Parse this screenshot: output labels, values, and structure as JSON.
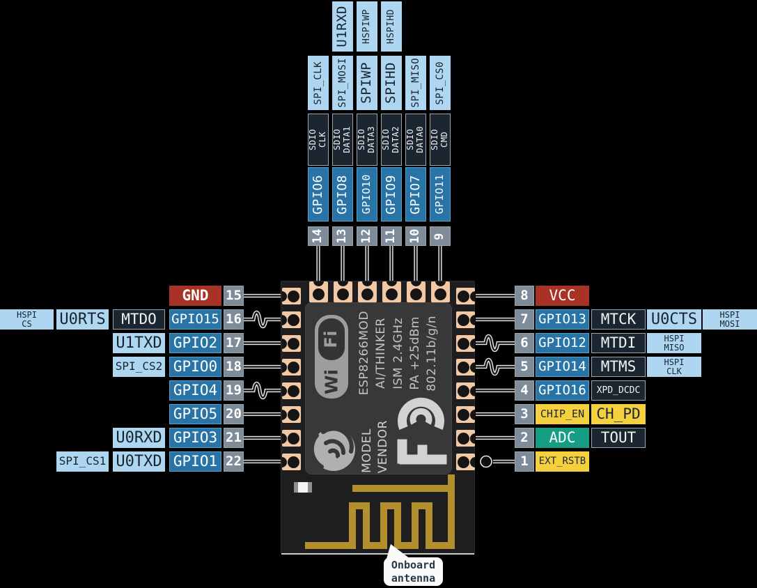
{
  "colors": {
    "lightblue": "#aed6f1",
    "blue": "#2874a6",
    "navy": "#1b2631",
    "red": "#a93226",
    "yellow": "#f4d03f",
    "green": "#169e84",
    "gray": "#7e8b99",
    "pad": "#f3c9a5",
    "gold": "#b3902d"
  },
  "top_pins": [
    {
      "num": "14",
      "gpio": "GPIO6",
      "sdio": [
        "SDIO",
        "CLK"
      ],
      "spi": "SPI_CLK",
      "spi_large": false,
      "upper": "",
      "upper_large": false,
      "wire": "straight"
    },
    {
      "num": "13",
      "gpio": "GPIO8",
      "sdio": [
        "SDIO",
        "DATA1"
      ],
      "spi": "SPI_MOSI",
      "spi_large": false,
      "upper": "U1RXD",
      "upper_large": true,
      "wire": "straight"
    },
    {
      "num": "12",
      "gpio": "GPIO10",
      "sdio": [
        "SDIO",
        "DATA3"
      ],
      "spi": "SPIWP",
      "spi_large": true,
      "upper": "HSPIWP",
      "upper_large": false,
      "wire": "straight"
    },
    {
      "num": "11",
      "gpio": "GPIO9",
      "sdio": [
        "SDIO",
        "DATA2"
      ],
      "spi": "SPIHD",
      "spi_large": true,
      "upper": "HSPIHD",
      "upper_large": false,
      "wire": "straight"
    },
    {
      "num": "10",
      "gpio": "GPIO7",
      "sdio": [
        "SDIO",
        "DATA0"
      ],
      "spi": "SPI_MISO",
      "spi_large": false,
      "upper": "",
      "upper_large": false,
      "wire": "straight"
    },
    {
      "num": "9",
      "gpio": "GPIO11",
      "sdio": [
        "SDIO",
        "CMD"
      ],
      "spi": "SPI_CS0",
      "spi_large": false,
      "upper": "",
      "upper_large": false,
      "wire": "straight"
    }
  ],
  "left_pins": [
    {
      "num": "15",
      "wire": "straight",
      "boxes": [
        {
          "text": "GND",
          "style": "red",
          "fs": 21,
          "bold": true
        }
      ]
    },
    {
      "num": "16",
      "wire": "pwm",
      "boxes": [
        {
          "text": "GPIO15",
          "style": "blue",
          "fs": 19
        },
        {
          "text": "MTDO",
          "style": "dark",
          "fs": 21
        },
        {
          "text": "U0RTS",
          "style": "light",
          "fs": 22
        },
        {
          "lines": [
            "HSPI",
            "CS"
          ],
          "style": "light",
          "fs": 12
        }
      ]
    },
    {
      "num": "17",
      "wire": "straight",
      "boxes": [
        {
          "text": "GPIO2",
          "style": "blue",
          "fs": 21
        },
        {
          "text": "U1TXD",
          "style": "light",
          "fs": 22
        }
      ]
    },
    {
      "num": "18",
      "wire": "straight",
      "boxes": [
        {
          "text": "GPIO0",
          "style": "blue",
          "fs": 21
        },
        {
          "text": "SPI_CS2",
          "style": "light",
          "fs": 16
        }
      ]
    },
    {
      "num": "19",
      "wire": "pwm",
      "boxes": [
        {
          "text": "GPIO4",
          "style": "blue",
          "fs": 21
        }
      ]
    },
    {
      "num": "20",
      "wire": "straight",
      "boxes": [
        {
          "text": "GPIO5",
          "style": "blue",
          "fs": 21
        }
      ]
    },
    {
      "num": "21",
      "wire": "straight",
      "boxes": [
        {
          "text": "GPIO3",
          "style": "blue",
          "fs": 21
        },
        {
          "text": "U0RXD",
          "style": "light",
          "fs": 22
        }
      ]
    },
    {
      "num": "22",
      "wire": "straight",
      "boxes": [
        {
          "text": "GPIO1",
          "style": "blue",
          "fs": 21
        },
        {
          "text": "U0TXD",
          "style": "light",
          "fs": 22
        },
        {
          "text": "SPI_CS1",
          "style": "light",
          "fs": 16
        }
      ]
    }
  ],
  "right_pins": [
    {
      "num": "8",
      "wire": "straight",
      "boxes": [
        {
          "text": "VCC",
          "style": "red",
          "fs": 21
        }
      ]
    },
    {
      "num": "7",
      "wire": "straight",
      "boxes": [
        {
          "text": "GPIO13",
          "style": "blue",
          "fs": 19
        },
        {
          "text": "MTCK",
          "style": "dark",
          "fs": 21
        },
        {
          "text": "U0CTS",
          "style": "light",
          "fs": 22
        },
        {
          "lines": [
            "HSPI",
            "MOSI"
          ],
          "style": "light",
          "fs": 12
        }
      ]
    },
    {
      "num": "6",
      "wire": "pwm",
      "boxes": [
        {
          "text": "GPIO12",
          "style": "blue",
          "fs": 19
        },
        {
          "text": "MTDI",
          "style": "dark",
          "fs": 21
        },
        {
          "lines": [
            "HSPI",
            "MISO"
          ],
          "style": "light",
          "fs": 12
        }
      ]
    },
    {
      "num": "5",
      "wire": "pwm",
      "boxes": [
        {
          "text": "GPIO14",
          "style": "blue",
          "fs": 19
        },
        {
          "text": "MTMS",
          "style": "dark",
          "fs": 21
        },
        {
          "lines": [
            "HSPI",
            "CLK"
          ],
          "style": "light",
          "fs": 12
        }
      ]
    },
    {
      "num": "4",
      "wire": "straight",
      "boxes": [
        {
          "text": "GPIO16",
          "style": "blue",
          "fs": 19
        },
        {
          "text": "XPD_DCDC",
          "style": "dark",
          "fs": 13
        }
      ]
    },
    {
      "num": "3",
      "wire": "straight",
      "boxes": [
        {
          "text": "CHIP_EN",
          "style": "yellow",
          "fs": 15
        },
        {
          "text": "CH_PD",
          "style": "yellow",
          "fs": 21
        }
      ]
    },
    {
      "num": "2",
      "wire": "straight",
      "boxes": [
        {
          "text": "ADC",
          "style": "green",
          "fs": 21
        },
        {
          "text": "TOUT",
          "style": "dark",
          "fs": 21
        }
      ]
    },
    {
      "num": "1",
      "wire": "reset",
      "boxes": [
        {
          "text": "EXT_RSTB",
          "style": "yellow",
          "fs": 14
        }
      ]
    }
  ],
  "module": {
    "wifi_logo": {
      "top": "Fi",
      "bottom": "Wi"
    },
    "silkscreen": [
      "ESP8266MOD",
      "AI/THINKER",
      "ISM 2.4GHz",
      "PA +25dBm",
      "802.11b/g/n"
    ],
    "labels": [
      "MODEL",
      "VENDOR"
    ],
    "fcc_label": "FC",
    "antenna_callout": [
      "Onboard",
      "antenna"
    ]
  }
}
